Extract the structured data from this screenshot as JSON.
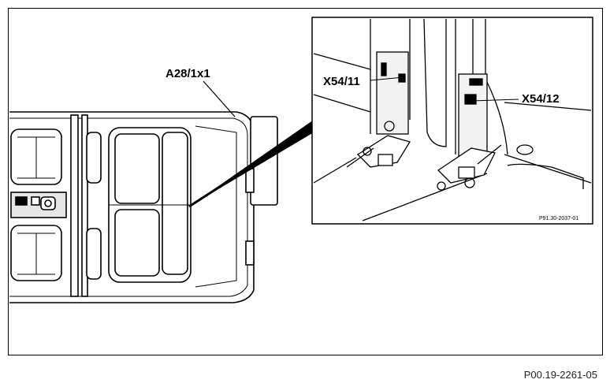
{
  "labels": {
    "connector_a28": "A28/1x1",
    "connector_x54_11": "X54/11",
    "connector_x54_12": "X54/12"
  },
  "inset_photo_id": "P91.30-2037-01",
  "figure_id": "P00.19-2261-05",
  "colors": {
    "line": "#000000",
    "background": "#ffffff",
    "shade": "#e6e6e6"
  }
}
